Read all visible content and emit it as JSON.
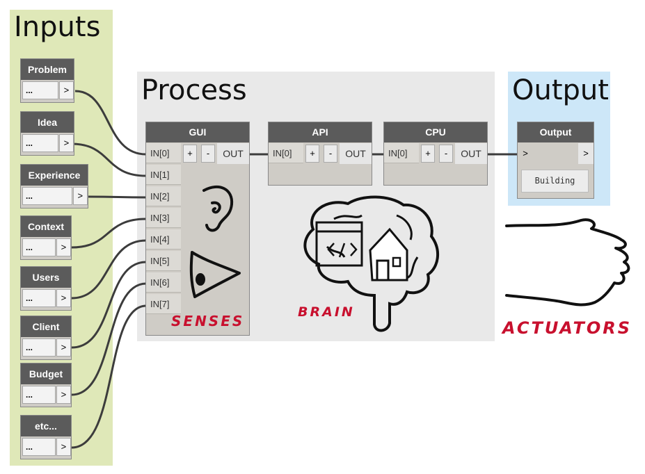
{
  "groups": {
    "inputs": "Inputs",
    "process": "Process",
    "output": "Output"
  },
  "input_nodes": [
    {
      "title": "Problem",
      "value": "...",
      "arrow": ">"
    },
    {
      "title": "Idea",
      "value": "...",
      "arrow": ">"
    },
    {
      "title": "Experience",
      "value": "...",
      "arrow": ">"
    },
    {
      "title": "Context",
      "value": "...",
      "arrow": ">"
    },
    {
      "title": "Users",
      "value": "...",
      "arrow": ">"
    },
    {
      "title": "Client",
      "value": "...",
      "arrow": ">"
    },
    {
      "title": "Budget",
      "value": "...",
      "arrow": ">"
    },
    {
      "title": "etc...",
      "value": "...",
      "arrow": ">"
    }
  ],
  "gui": {
    "title": "GUI",
    "ports": [
      "IN[0]",
      "IN[1]",
      "IN[2]",
      "IN[3]",
      "IN[4]",
      "IN[5]",
      "IN[6]",
      "IN[7]"
    ],
    "plus": "+",
    "minus": "-",
    "out": "OUT"
  },
  "api": {
    "title": "API",
    "port": "IN[0]",
    "plus": "+",
    "minus": "-",
    "out": "OUT"
  },
  "cpu": {
    "title": "CPU",
    "port": "IN[0]",
    "plus": "+",
    "minus": "-",
    "out": "OUT"
  },
  "output_node": {
    "title": "Output",
    "in_arrow": ">",
    "out_arrow": ">",
    "value": "Building"
  },
  "annotations": {
    "senses": "SENSES",
    "brain": "BRAIN",
    "actuators": "ACTUATORS"
  },
  "colors": {
    "inputs_bg": "#dfe8b8",
    "process_bg": "#e9e9e9",
    "output_bg": "#cde7f8",
    "node_header": "#5b5b5b",
    "annotation": "#c8102e"
  }
}
